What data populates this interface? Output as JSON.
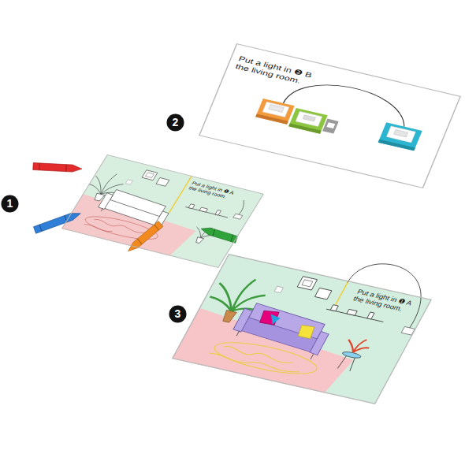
{
  "diagram": {
    "nodes": [
      {
        "text": [
          "1"
        ]
      },
      {
        "text": [
          "Put a light in ❶ A the living room."
        ]
      },
      {
        "text": [
          "2"
        ]
      },
      {
        "text": [
          "Put a light in ❷ B the living room."
        ]
      },
      {
        "text": [
          "3"
        ]
      },
      {
        "text": [
          "Put a light in ❶ A the living room."
        ]
      }
    ]
  }
}
